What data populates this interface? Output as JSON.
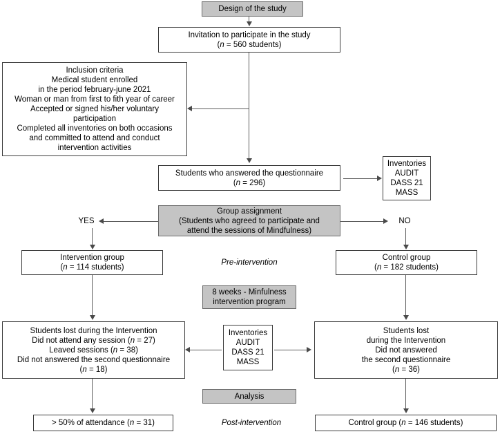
{
  "diagram": {
    "title": "Design of the study",
    "nodes": {
      "design": {
        "label": "Design of the study"
      },
      "invitation": {
        "line1": "Invitation to participate in the study",
        "line2_pre": "(",
        "line2_italic": "n",
        "line2_post": " = 560 students)"
      },
      "inclusion": {
        "lines": [
          "Inclusion criteria",
          "Medical student enrolled",
          "in the period february-june 2021",
          "Woman or man from first to fith year of career",
          "Accepted or signed his/her voluntary",
          "participation",
          "Completed all inventories on both occasions",
          "and committed to attend and conduct",
          "intervention activities"
        ]
      },
      "answered": {
        "line1": "Students who answered the questionnaire",
        "line2": "(n = 296)"
      },
      "inventories_top": {
        "lines": [
          "Inventories",
          "AUDIT",
          "DASS 21",
          "MASS"
        ]
      },
      "group_assignment": {
        "lines": [
          "Group assignment",
          "(Students who agreed to participate and",
          "attend the sessions of Mindfulness)"
        ]
      },
      "yes_label": {
        "label": "YES"
      },
      "no_label": {
        "label": "NO"
      },
      "intervention_group": {
        "line1": "Intervention group",
        "line2": "(n = 114 students)"
      },
      "control_group": {
        "line1": "Control group",
        "line2": "(n = 182 students)"
      },
      "pre_intervention": {
        "label": "Pre-intervention"
      },
      "program": {
        "lines": [
          "8 weeks - Minfulness",
          "intervention program"
        ]
      },
      "lost_intervention": {
        "lines": [
          "Students lost during the Intervention",
          "Did not attend any session (n = 27)",
          "Leaved sessions (n = 38)",
          "Did not answered the second questionnaire",
          "(n = 18)"
        ]
      },
      "inventories_mid": {
        "lines": [
          "Inventories",
          "AUDIT",
          "DASS 21",
          "MASS"
        ]
      },
      "lost_control": {
        "lines": [
          "Students lost",
          "during the Intervention",
          "Did not answered",
          "the second questionnaire",
          "(n = 36)"
        ]
      },
      "analysis": {
        "label": "Analysis"
      },
      "post_intervention": {
        "label": "Post-intervention"
      },
      "attendance": {
        "label": "> 50% of attendance (n = 31)"
      },
      "control_final": {
        "label": "Control group (n = 146 students)"
      }
    },
    "colors": {
      "gray_fill": "#c4c4c4",
      "border": "#3a3a3a",
      "connector": "#5a5a5a",
      "background": "#ffffff"
    }
  }
}
